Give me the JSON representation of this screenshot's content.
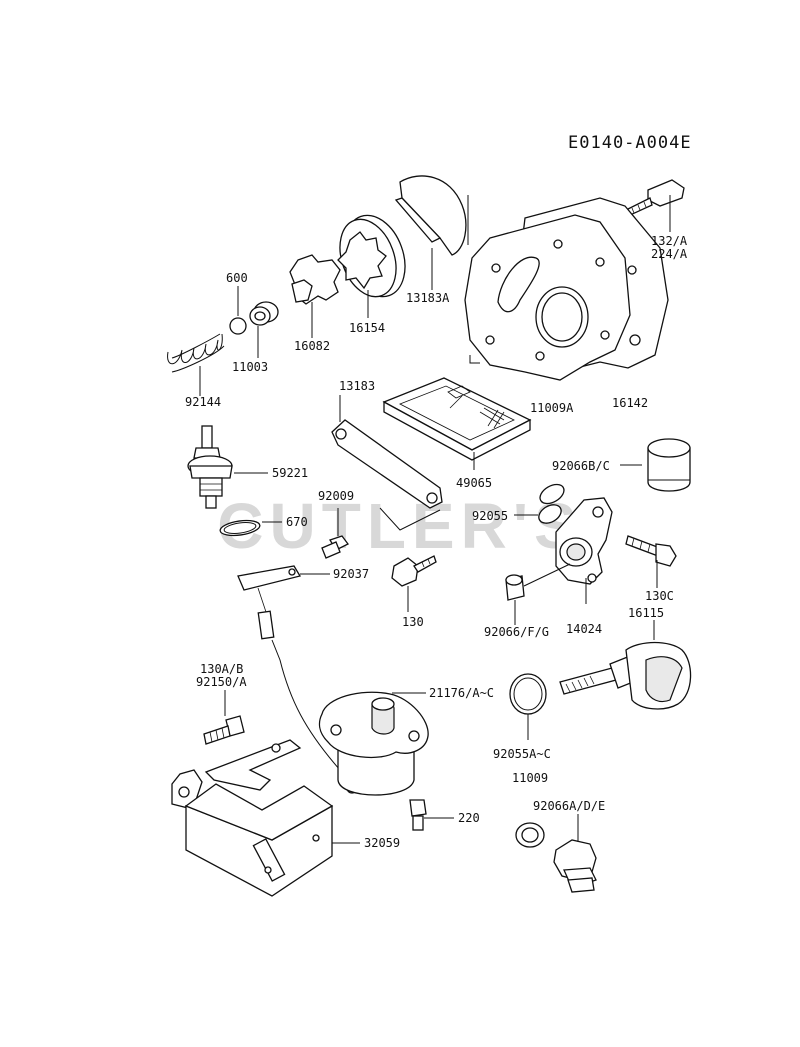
{
  "diagram_code": "E0140-A004E",
  "watermark": "CUTLER'S",
  "labels": {
    "l132_a": "132/A",
    "l224_a": "224/A",
    "l13183a": "13183A",
    "l16154": "16154",
    "l16082": "16082",
    "l600": "600",
    "l11003": "11003",
    "l92144": "92144",
    "l13183": "13183",
    "l11009a": "11009A",
    "l16142": "16142",
    "l49065": "49065",
    "l59221": "59221",
    "l92066bc": "92066B/C",
    "l92009": "92009",
    "l670": "670",
    "l92055": "92055",
    "l92037": "92037",
    "l130": "130",
    "l130c": "130C",
    "l16115": "16115",
    "l92066fg": "92066/F/G",
    "l14024": "14024",
    "l130ab": "130A/B",
    "l92150a": "92150/A",
    "l21176": "21176/A~C",
    "l92055ac": "92055A~C",
    "l11009": "11009",
    "l92066ade": "92066A/D/E",
    "l220": "220",
    "l32059": "32059"
  }
}
